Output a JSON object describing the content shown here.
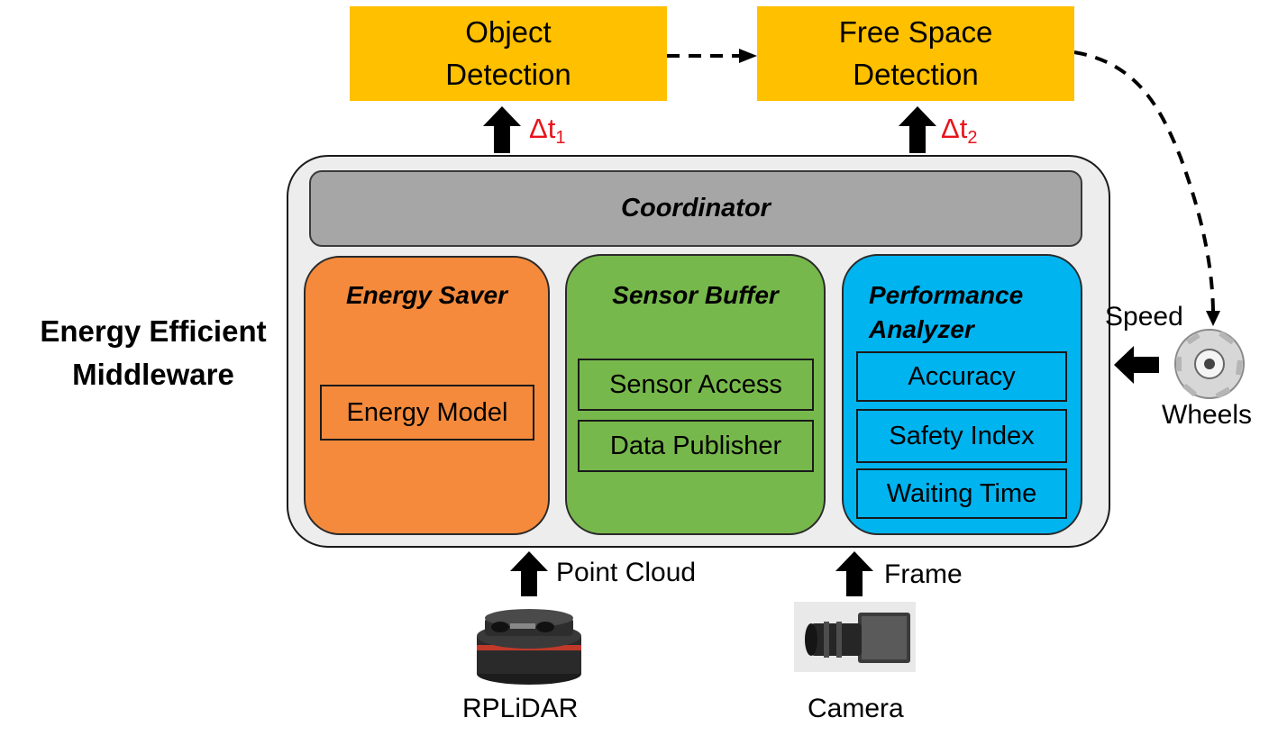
{
  "top": {
    "object_detection": "Object\nDetection",
    "free_space_detection": "Free Space\nDetection",
    "delta_t1": "Δt",
    "delta_t1_sub": "1",
    "delta_t2": "Δt",
    "delta_t2_sub": "2"
  },
  "middleware": {
    "label": "Energy Efficient\nMiddleware",
    "coordinator": "Coordinator",
    "energy_saver": {
      "title": "Energy Saver",
      "items": [
        "Energy Model"
      ]
    },
    "sensor_buffer": {
      "title": "Sensor Buffer",
      "items": [
        "Sensor Access",
        "Data Publisher"
      ]
    },
    "performance_analyzer": {
      "title": "Performance\nAnalyzer",
      "items": [
        "Accuracy",
        "Safety Index",
        "Waiting Time"
      ]
    }
  },
  "inputs": {
    "point_cloud": "Point Cloud",
    "frame": "Frame",
    "rplidar": "RPLiDAR",
    "camera": "Camera",
    "speed": "Speed",
    "wheels": "Wheels"
  },
  "colors": {
    "detection_box": "#ffc000",
    "energy_saver": "#f58a3c",
    "sensor_buffer": "#77b84c",
    "performance_analyzer": "#00b4f0",
    "coordinator": "#a6a6a6",
    "delta": "#e8141b"
  },
  "icons": [
    "lidar-icon",
    "camera-icon",
    "mecanum-wheel-icon"
  ]
}
